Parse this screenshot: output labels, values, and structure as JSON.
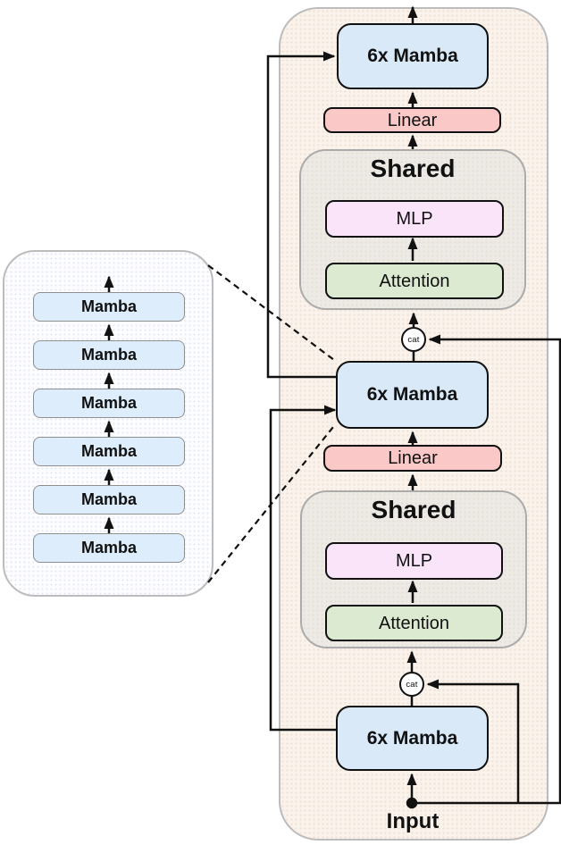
{
  "detail_panel": {
    "layers": [
      "Mamba",
      "Mamba",
      "Mamba",
      "Mamba",
      "Mamba",
      "Mamba"
    ]
  },
  "main": {
    "top_block_label": "6x Mamba",
    "upper_linear_label": "Linear",
    "upper_shared": {
      "title": "Shared",
      "mlp_label": "MLP",
      "attention_label": "Attention"
    },
    "upper_cat_label": "cat",
    "middle_block_label": "6x Mamba",
    "lower_linear_label": "Linear",
    "lower_shared": {
      "title": "Shared",
      "mlp_label": "MLP",
      "attention_label": "Attention"
    },
    "lower_cat_label": "cat",
    "bottom_block_label": "6x Mamba",
    "input_label": "Input"
  },
  "colors": {
    "mamba_block_fill": "#d9e9f7",
    "mamba_small_fill": "#ddedfb",
    "linear_fill": "#fac8c6",
    "mlp_fill": "#f9e4fa",
    "attention_fill": "#dcead1",
    "shared_group_fill": "#edeae6",
    "main_panel_fill": "#faf3ec",
    "detail_panel_fill": "#fdfdff",
    "connector_color": "#111111",
    "panel_border": "#bcbcbc"
  }
}
